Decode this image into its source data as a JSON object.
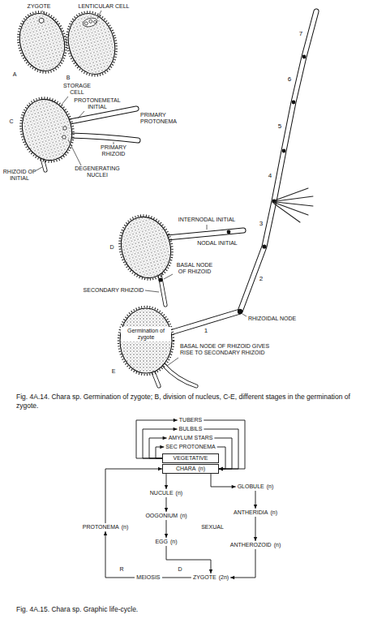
{
  "diagram": {
    "caption": "Fig. 4A.14. Chara sp. Germination of zygote; B, division of nucleus, C-E, different stages in the germination of zygote.",
    "nodes": [
      {
        "text": [
          "TUBERS"
        ]
      },
      {
        "text": [
          "BULBILS"
        ]
      },
      {
        "text": [
          "AMYLUM STARS"
        ]
      },
      {
        "text": [
          "SEC PROTONEMA"
        ]
      },
      {
        "text": [
          "VEGETATIVE"
        ]
      },
      {
        "text": [
          "CHARA",
          "(n)"
        ]
      },
      {
        "text": [
          "GLOBULE",
          "(n)"
        ]
      },
      {
        "text": [
          "NUCULE",
          "(n)"
        ]
      },
      {
        "text": [
          "ANTHERIDIA",
          "(n)"
        ]
      },
      {
        "text": [
          "OOGONIUM",
          "(n)"
        ]
      },
      {
        "text": [
          "ANTHEROZOID",
          "(n)"
        ]
      },
      {
        "text": [
          "EGG",
          "(n)"
        ]
      },
      {
        "text": [
          "ZYGOTE",
          "(2n)"
        ]
      },
      {
        "text": [
          "PROTONEMA",
          "(n)"
        ]
      }
    ],
    "edges": [
      {
        "from": 4,
        "to": 3,
        "arrow": "to"
      },
      {
        "from": 4,
        "to": 2,
        "arrow": "to"
      },
      {
        "from": 4,
        "to": 1,
        "arrow": "to"
      },
      {
        "from": 4,
        "to": 0,
        "arrow": "to"
      },
      {
        "from": 3,
        "to": 5,
        "arrow": "to"
      },
      {
        "from": 2,
        "to": 5,
        "arrow": "to"
      },
      {
        "from": 1,
        "to": 5,
        "arrow": "to"
      },
      {
        "from": 0,
        "to": 5,
        "arrow": "to"
      },
      {
        "from": 5,
        "to": 6,
        "arrow": "to"
      },
      {
        "from": 5,
        "to": 7,
        "arrow": "to"
      },
      {
        "from": 6,
        "to": 8,
        "arrow": "to"
      },
      {
        "from": 7,
        "to": 9,
        "arrow": "to"
      },
      {
        "from": 8,
        "to": 10,
        "arrow": "to"
      },
      {
        "from": 9,
        "to": 11,
        "arrow": "to"
      },
      {
        "from": 10,
        "to": 12,
        "arrow": "to"
      },
      {
        "from": 11,
        "to": 12,
        "arrow": "to"
      },
      {
        "from": 12,
        "to": 13,
        "label": "MEIOSIS",
        "arrow": "to"
      },
      {
        "from": 13,
        "to": 5,
        "arrow": "to"
      }
    ],
    "labels": [
      "ZYGOTE",
      "LENTICULAR CELL",
      "A",
      "B",
      "STORAGE CELL",
      "PROTONEMETAL INITIAL",
      "PRIMARY PROTONEMA",
      "PRIMARY RHIZOID",
      "DEGENERATING NUCLEI",
      "RHIZOID OF INITIAL",
      "C",
      "INTERNODAL INITIAL",
      "NODAL INITIAL",
      "D",
      "SECONDARY RHIZOID",
      "BASAL NODE OF RHIZOID",
      "RHIZOIDAL NODE",
      "Germination of zygote",
      "E",
      "BASAL NODE OF RHIZOID GIVES RISE TO SECONDARY RHIZOID",
      "1",
      "2",
      "3",
      "4",
      "5",
      "6",
      "7",
      "SEXUAL",
      "R",
      "D",
      "Fig. 4A.15. Chara sp. Graphic life-cycle."
    ]
  }
}
